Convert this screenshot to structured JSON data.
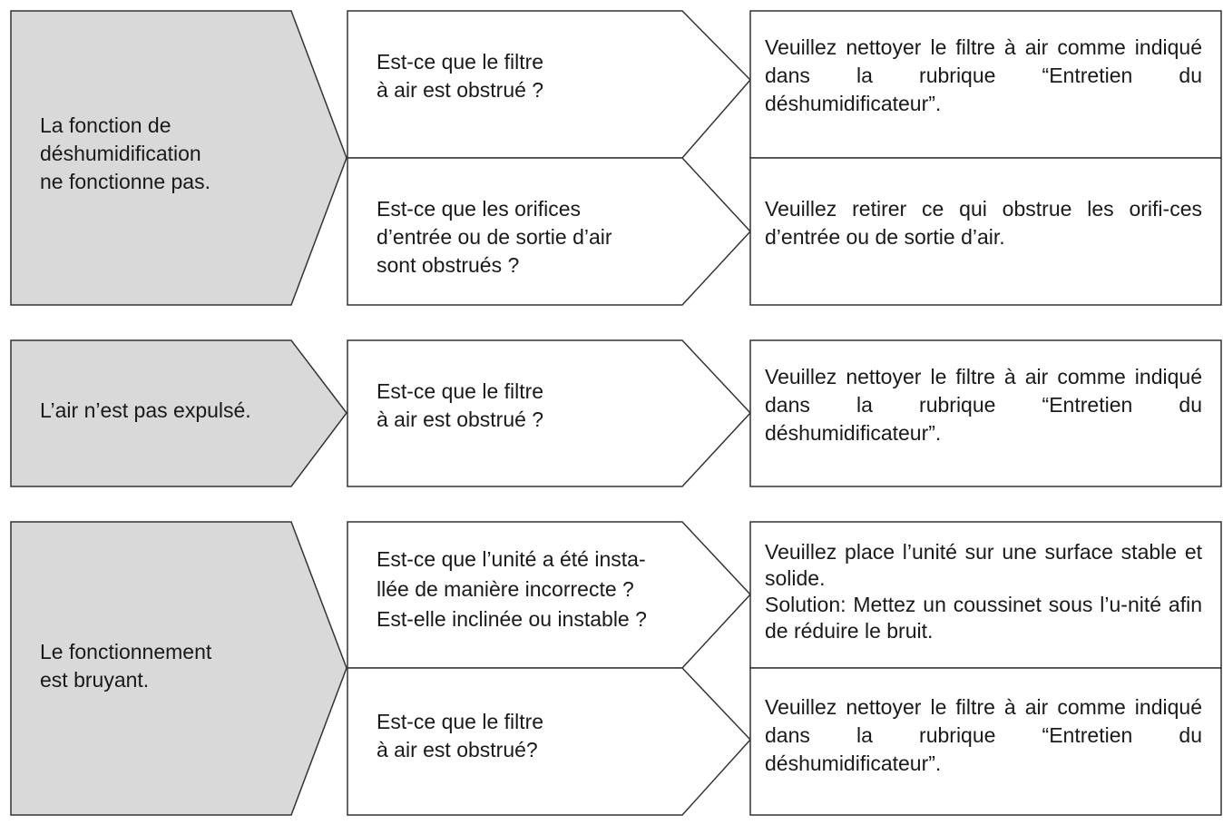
{
  "colors": {
    "problem_fill": "#d9d9d9",
    "box_fill": "#ffffff",
    "stroke": "#333333"
  },
  "groups": [
    {
      "problem": "La fonction de\ndéshumidification\n ne fonctionne pas.",
      "checks": [
        {
          "question": "Est-ce que le filtre\nà air est obstrué ?",
          "solution": "Veuillez nettoyer le filtre à air comme indiqué dans la rubrique “Entretien du déshumidificateur”."
        },
        {
          "question": "Est-ce que les orifices\nd’entrée ou de sortie d’air\nsont obstrués ?",
          "solution": "Veuillez retirer ce qui obstrue les orifi-ces d’entrée ou de sortie d’air."
        }
      ]
    },
    {
      "problem": "L’air n’est pas expulsé.",
      "checks": [
        {
          "question": "Est-ce que le filtre\nà air est obstrué ?",
          "solution": "Veuillez nettoyer le filtre à air comme indiqué dans la rubrique “Entretien du déshumidificateur”."
        }
      ]
    },
    {
      "problem": "Le fonctionnement\nest bruyant.",
      "checks": [
        {
          "question": "Est-ce que l’unité a été insta-\nllée de manière incorrecte ?\nEst-elle  inclinée ou instable ?",
          "solution": "Veuillez place l’unité sur une surface stable et solide.\nSolution: Mettez un coussinet sous l’u-nité afin de réduire le bruit."
        },
        {
          "question": "Est-ce que le filtre\nà air est obstrué?",
          "solution": "Veuillez nettoyer le filtre à air comme indiqué dans la rubrique “Entretien du déshumidificateur”."
        }
      ]
    }
  ]
}
